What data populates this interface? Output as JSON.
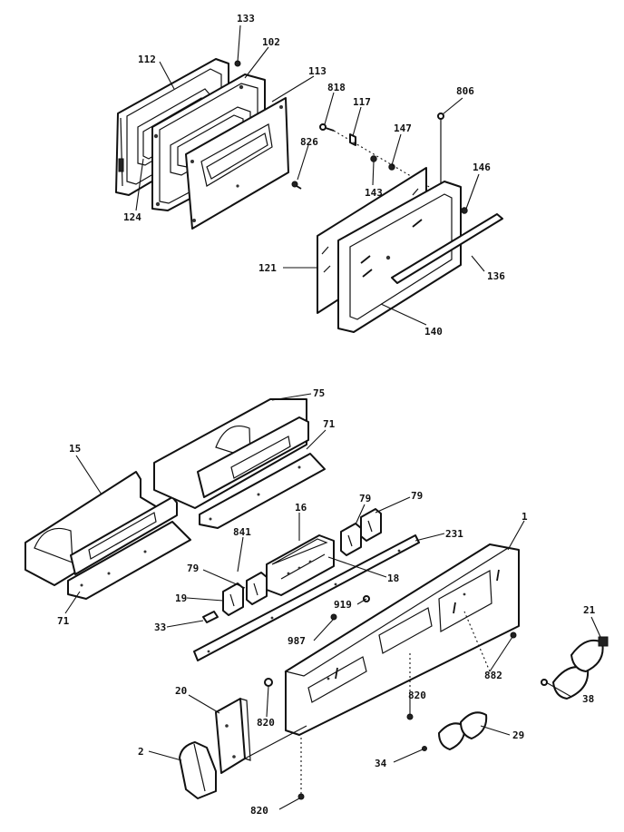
{
  "diagram": {
    "labels": {
      "p133": "133",
      "p112": "112",
      "p102": "102",
      "p113": "113",
      "p818": "818",
      "p117": "117",
      "p806": "806",
      "p147": "147",
      "p826": "826",
      "p143": "143",
      "p146": "146",
      "p124": "124",
      "p121": "121",
      "p136": "136",
      "p140": "140",
      "p75": "75",
      "p71a": "71",
      "p15": "15",
      "p79a": "79",
      "p79b": "79",
      "p16": "16",
      "p841": "841",
      "p231": "231",
      "p1": "1",
      "p79c": "79",
      "p18": "18",
      "p19": "19",
      "p919": "919",
      "p33": "33",
      "p71b": "71",
      "p987": "987",
      "p882": "882",
      "p21": "21",
      "p20": "20",
      "p820a": "820",
      "p820b": "820",
      "p38": "38",
      "p2": "2",
      "p29": "29",
      "p34": "34",
      "p820c": "820"
    }
  }
}
